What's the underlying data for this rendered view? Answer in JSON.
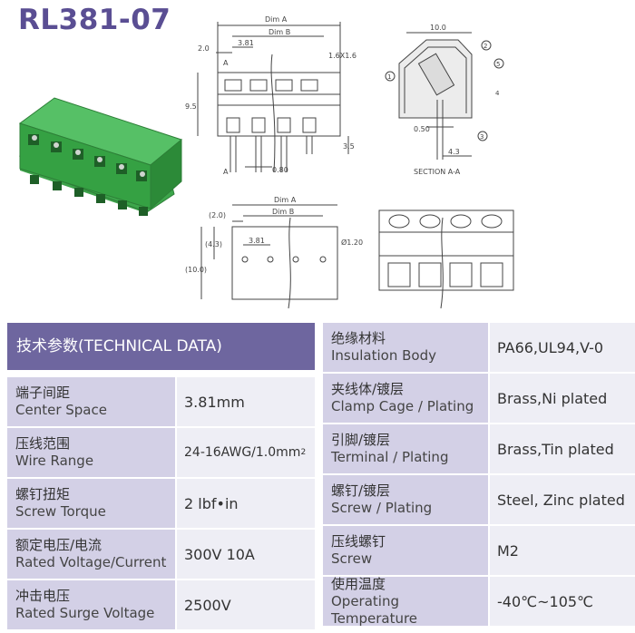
{
  "title": "RL381-07",
  "drawing": {
    "top_view": {
      "dim_a": "Dim A",
      "dim_b": "Dim B",
      "pitch": "3.81",
      "offset": "2.0",
      "height": "9.5",
      "pin_len": "3.5",
      "pin_width": "0.80",
      "square_pin": "1.6X1.6",
      "section_marker": "A"
    },
    "section": {
      "width": "10.0",
      "wire_dia": "0.50",
      "depth": "4.3",
      "caption": "SECTION A-A",
      "callouts": [
        "1",
        "2",
        "3",
        "4",
        "5"
      ]
    },
    "bottom_view": {
      "dim_a": "Dim A",
      "dim_b": "Dim B",
      "offset": "(2.0)",
      "pitch": "3.81",
      "hole_dia": "Ø1.20",
      "height_a": "(10.0)",
      "height_b": "(4.3)"
    }
  },
  "table": {
    "header": "技术参数(TECHNICAL DATA)",
    "left": [
      {
        "zh": "端子间距",
        "en": "Center Space",
        "value": "3.81mm"
      },
      {
        "zh": "压线范围",
        "en": "Wire Range",
        "value": "24-16AWG/1.0mm",
        "sup": "2"
      },
      {
        "zh": "螺钉扭矩",
        "en": "Screw Torque",
        "value": "2 lbf•in"
      },
      {
        "zh": "额定电压/电流",
        "en": "Rated Voltage/Current",
        "value": "300V 10A"
      },
      {
        "zh": "冲击电压",
        "en": "Rated Surge Voltage",
        "value": "2500V"
      }
    ],
    "right": [
      {
        "zh": "绝缘材料",
        "en": "Insulation Body",
        "value": "PA66,UL94,V-0"
      },
      {
        "zh": "夹线体/镀层",
        "en": "Clamp Cage / Plating",
        "value": "Brass,Ni plated"
      },
      {
        "zh": "引脚/镀层",
        "en": "Terminal / Plating",
        "value": "Brass,Tin plated"
      },
      {
        "zh": "螺钉/镀层",
        "en": "Screw / Plating",
        "value": "Steel, Zinc plated"
      },
      {
        "zh": "压线螺钉",
        "en": "Screw",
        "value": "M2"
      },
      {
        "zh": "使用温度",
        "en": "Operating Temperature",
        "value": "-40℃~105℃"
      }
    ]
  }
}
